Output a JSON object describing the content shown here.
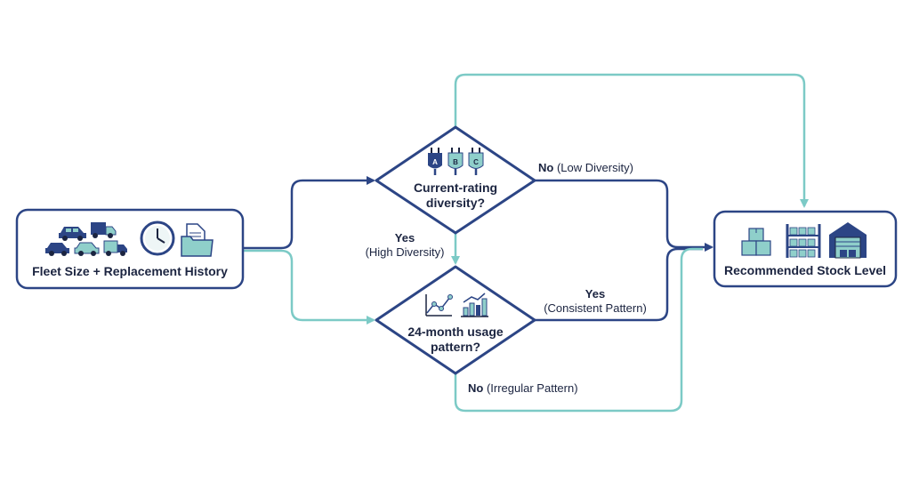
{
  "colors": {
    "navy": "#2c4585",
    "teal": "#7ccac6",
    "teal_fill": "#8fcfca",
    "text": "#1b2440"
  },
  "nodes": {
    "source": {
      "label": "Fleet Size + Replacement History",
      "icons": [
        "car-icon",
        "truck-icon",
        "clock-icon",
        "document-folder-icon"
      ]
    },
    "decision1": {
      "line1": "Current-rating",
      "line2": "diversity?",
      "icons": [
        "plug-a-icon",
        "plug-b-icon",
        "plug-c-icon"
      ],
      "plug_letters": [
        "A",
        "B",
        "C"
      ]
    },
    "decision2": {
      "line1": "24-month usage",
      "line2": "pattern?",
      "icons": [
        "line-trend-icon",
        "bar-chart-icon"
      ]
    },
    "target": {
      "label": "Recommended Stock Level",
      "icons": [
        "boxes-icon",
        "shelving-icon",
        "warehouse-icon"
      ]
    }
  },
  "edges": {
    "no_low": {
      "bold": "No",
      "rest": " (Low Diversity)"
    },
    "yes_high": {
      "line1": "Yes",
      "line2": "(High Diversity)"
    },
    "yes_consistent": {
      "line1": "Yes",
      "line2": "(Consistent Pattern)"
    },
    "no_irregular": {
      "bold": "No",
      "rest": " (Irregular Pattern)"
    }
  }
}
